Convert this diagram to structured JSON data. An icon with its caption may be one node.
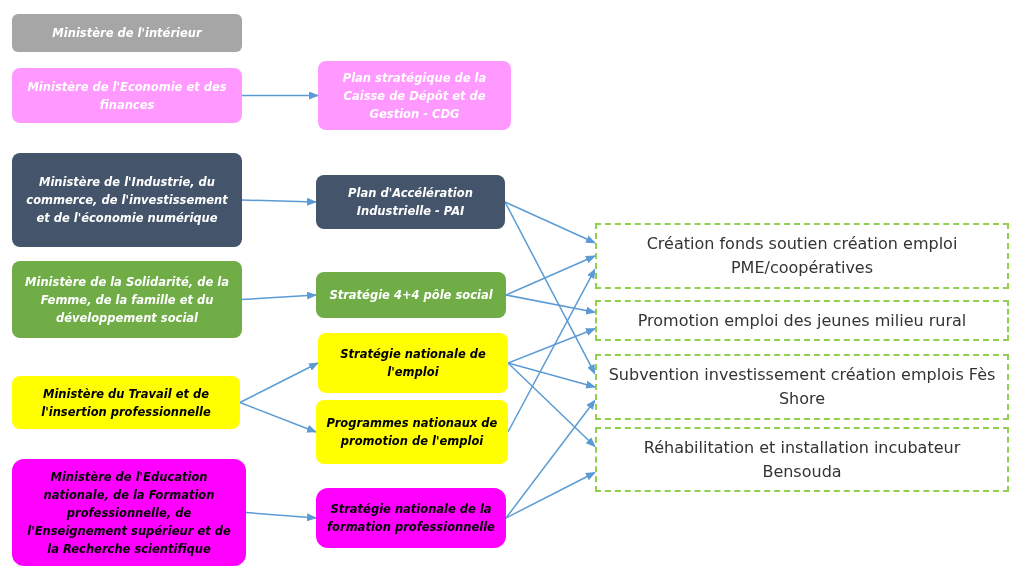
{
  "diagram": {
    "nodes": [
      {
        "text": [
          "Ministère de l'intérieur"
        ]
      },
      {
        "text": [
          "Ministère de l'Economie et des finances"
        ]
      },
      {
        "text": [
          "Plan stratégique de la Caisse de Dépôt et de Gestion - CDG"
        ]
      },
      {
        "text": [
          "Ministère de l'Industrie, du commerce, de l'investissement et de l'économie numérique"
        ]
      },
      {
        "text": [
          "Plan d'Accélération Industrielle - PAI"
        ]
      },
      {
        "text": [
          "Ministère de la Solidarité, de la Femme, de la famille et du développement social"
        ]
      },
      {
        "text": [
          "Stratégie 4+4 pôle social"
        ]
      },
      {
        "text": [
          "Ministère du Travail et de l'insertion professionnelle"
        ]
      },
      {
        "text": [
          "Stratégie nationale de l'emploi"
        ]
      },
      {
        "text": [
          "Programmes nationaux de promotion de l'emploi"
        ]
      },
      {
        "text": [
          "Ministère de l'Education nationale, de la Formation professionnelle, de l'Enseignement supérieur et de la Recherche scientifique"
        ]
      },
      {
        "text": [
          "Stratégie nationale de la formation professionnelle"
        ]
      },
      {
        "text": [
          "Création fonds soutien création emploi PME/coopératives"
        ]
      },
      {
        "text": [
          "Promotion emploi des jeunes milieu rural"
        ]
      },
      {
        "text": [
          "Subvention investissement création emplois Fès Shore"
        ]
      },
      {
        "text": [
          "Réhabilitation et installation incubateur Bensouda"
        ]
      }
    ],
    "edges": [
      {
        "from": 1,
        "to": 2,
        "arrow": "to"
      },
      {
        "from": 3,
        "to": 4,
        "arrow": "to"
      },
      {
        "from": 5,
        "to": 6,
        "arrow": "to"
      },
      {
        "from": 7,
        "to": 8,
        "arrow": "to"
      },
      {
        "from": 7,
        "to": 9,
        "arrow": "to"
      },
      {
        "from": 10,
        "to": 11,
        "arrow": "to"
      },
      {
        "from": 4,
        "to": 12,
        "arrow": "to"
      },
      {
        "from": 4,
        "to": 14,
        "arrow": "to"
      },
      {
        "from": 6,
        "to": 12,
        "arrow": "to"
      },
      {
        "from": 6,
        "to": 13,
        "arrow": "to"
      },
      {
        "from": 8,
        "to": 13,
        "arrow": "to"
      },
      {
        "from": 8,
        "to": 14,
        "arrow": "to"
      },
      {
        "from": 8,
        "to": 15,
        "arrow": "to"
      },
      {
        "from": 9,
        "to": 12,
        "arrow": "to"
      },
      {
        "from": 11,
        "to": 14,
        "arrow": "to"
      },
      {
        "from": 11,
        "to": 15,
        "arrow": "to"
      }
    ]
  }
}
